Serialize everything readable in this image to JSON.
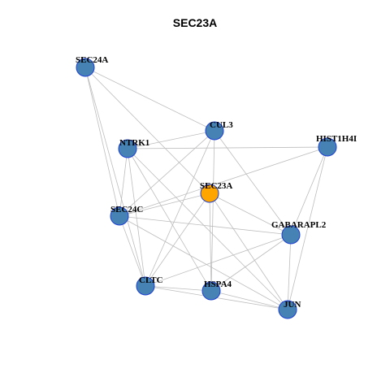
{
  "title": "SEC23A",
  "colors": {
    "node": "#4682b4",
    "center_node": "#ffa500",
    "node_border": "#1c3fd4",
    "edge": "#bdbdbd"
  },
  "nodes": [
    {
      "id": "SEC24A",
      "label": "SEC24A",
      "center": false
    },
    {
      "id": "CUL3",
      "label": "CUL3",
      "center": false
    },
    {
      "id": "NTRK1",
      "label": "NTRK1",
      "center": false
    },
    {
      "id": "HIST1H4I",
      "label": "HIST1H4I",
      "center": false
    },
    {
      "id": "SEC23A",
      "label": "SEC23A",
      "center": true
    },
    {
      "id": "SEC24C",
      "label": "SEC24C",
      "center": false
    },
    {
      "id": "GABARAPL2",
      "label": "GABARAPL2",
      "center": false
    },
    {
      "id": "CLTC",
      "label": "CLTC",
      "center": false
    },
    {
      "id": "HSPA4",
      "label": "HSPA4",
      "center": false
    },
    {
      "id": "JUN",
      "label": "JUN",
      "center": false
    }
  ],
  "edges": [
    [
      "SEC24A",
      "CUL3"
    ],
    [
      "SEC24A",
      "SEC23A"
    ],
    [
      "SEC24A",
      "SEC24C"
    ],
    [
      "SEC24A",
      "CLTC"
    ],
    [
      "CUL3",
      "SEC24C"
    ],
    [
      "CUL3",
      "CLTC"
    ],
    [
      "CUL3",
      "HSPA4"
    ],
    [
      "CUL3",
      "GABARAPL2"
    ],
    [
      "CUL3",
      "NTRK1"
    ],
    [
      "NTRK1",
      "HIST1H4I"
    ],
    [
      "NTRK1",
      "SEC24C"
    ],
    [
      "NTRK1",
      "CLTC"
    ],
    [
      "NTRK1",
      "HSPA4"
    ],
    [
      "NTRK1",
      "JUN"
    ],
    [
      "HIST1H4I",
      "SEC24C"
    ],
    [
      "HIST1H4I",
      "GABARAPL2"
    ],
    [
      "HIST1H4I",
      "JUN"
    ],
    [
      "SEC23A",
      "SEC24C"
    ],
    [
      "SEC23A",
      "CLTC"
    ],
    [
      "SEC23A",
      "HSPA4"
    ],
    [
      "SEC23A",
      "GABARAPL2"
    ],
    [
      "SEC23A",
      "JUN"
    ],
    [
      "SEC24C",
      "GABARAPL2"
    ],
    [
      "SEC24C",
      "CLTC"
    ],
    [
      "SEC24C",
      "JUN"
    ],
    [
      "GABARAPL2",
      "CLTC"
    ],
    [
      "GABARAPL2",
      "HSPA4"
    ],
    [
      "GABARAPL2",
      "JUN"
    ],
    [
      "CLTC",
      "HSPA4"
    ],
    [
      "CLTC",
      "JUN"
    ],
    [
      "HSPA4",
      "JUN"
    ]
  ]
}
